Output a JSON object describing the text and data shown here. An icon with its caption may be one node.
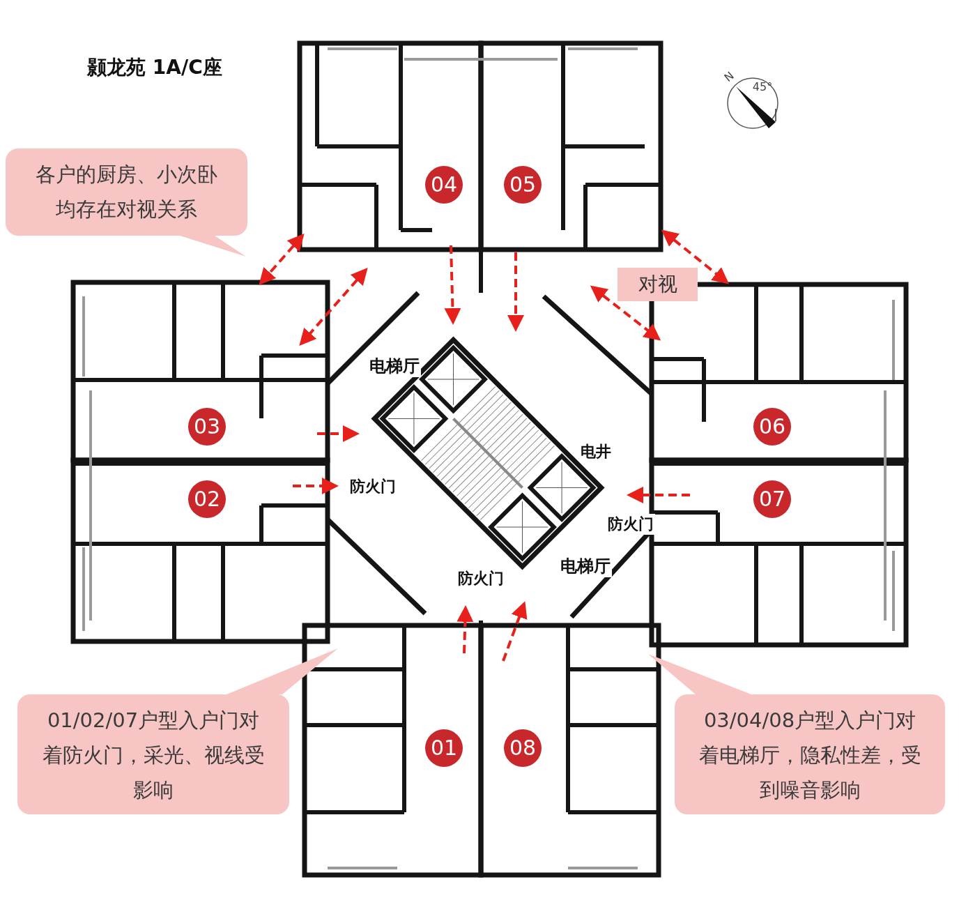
{
  "diagram": {
    "title": "颢龙苑 1A/C座",
    "nodes": [
      {
        "text": [
          "各户的厨房、小次卧均存在对视关系"
        ]
      },
      {
        "text": [
          "04"
        ]
      },
      {
        "text": [
          "05"
        ]
      },
      {
        "text": [
          "对视"
        ]
      },
      {
        "text": [
          "03"
        ]
      },
      {
        "text": [
          "06"
        ]
      },
      {
        "text": [
          "02"
        ]
      },
      {
        "text": [
          "07"
        ]
      },
      {
        "text": [
          "01/02/07户型入户门对着防火门，采光、视线受影响"
        ]
      },
      {
        "text": [
          "03/04/08户型入户门对着电梯厅，隐私性差，受到噪音影响"
        ]
      },
      {
        "text": [
          "01"
        ]
      },
      {
        "text": [
          "08"
        ]
      }
    ],
    "labels": [
      "N",
      "45°",
      "电梯厅",
      "电井",
      "防火门",
      "防火门",
      "电梯厅",
      "防火门"
    ]
  }
}
